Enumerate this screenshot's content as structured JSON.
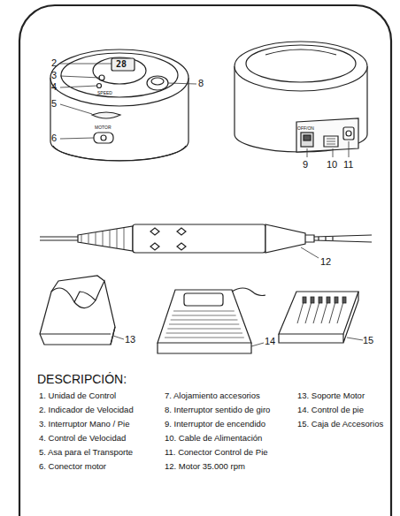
{
  "diagram": {
    "title": "DESCRIPCIÓN:",
    "labels": [
      "2",
      "3",
      "4",
      "5",
      "6",
      "8",
      "9",
      "10",
      "11",
      "12",
      "13",
      "14",
      "15",
      "28",
      "SPEED",
      "MOTOR",
      "OFF/ON",
      "1. Unidad de Control",
      "2. Indicador de Velocidad",
      "3. Interruptor Mano / Pie",
      "4. Control de Velocidad",
      "5. Asa para el Transporte",
      "6. Conector motor",
      "7. Alojamiento accesorios",
      "8. Interruptor sentido de giro",
      "9. Interruptor de encendido",
      "10. Cable de Alimentación",
      "11. Conector Control de Pie",
      "12. Motor 35.000 rpm",
      "13. Soporte Motor",
      "14. Control de pie",
      "15. Caja de Accesorios"
    ]
  }
}
